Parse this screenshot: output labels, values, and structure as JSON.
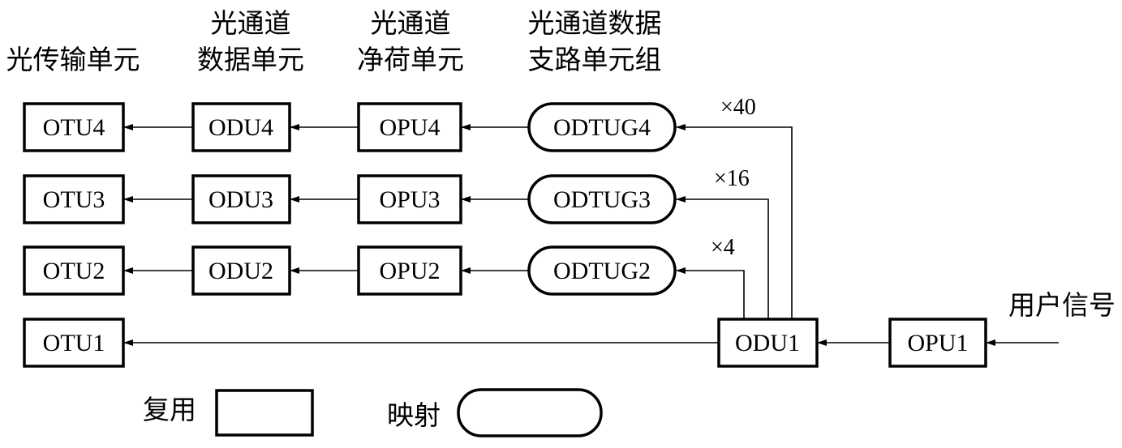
{
  "headers": {
    "otu": [
      "光传输单元"
    ],
    "odu": [
      "光通道",
      "数据单元"
    ],
    "opu": [
      "光通道",
      "净荷单元"
    ],
    "odtug": [
      "光通道数据",
      "支路单元组"
    ]
  },
  "rows": {
    "r4": {
      "otu": "OTU4",
      "odu": "ODU4",
      "opu": "OPU4",
      "odtug": "ODTUG4",
      "mult": "×40"
    },
    "r3": {
      "otu": "OTU3",
      "odu": "ODU3",
      "opu": "OPU3",
      "odtug": "ODTUG3",
      "mult": "×16"
    },
    "r2": {
      "otu": "OTU2",
      "odu": "ODU2",
      "opu": "OPU2",
      "odtug": "ODTUG2",
      "mult": "×4"
    },
    "r1": {
      "otu": "OTU1",
      "odu": "ODU1",
      "opu": "OPU1"
    }
  },
  "input_label": "用户信号",
  "legend": {
    "multiplex": "复用",
    "mapping": "映射"
  }
}
